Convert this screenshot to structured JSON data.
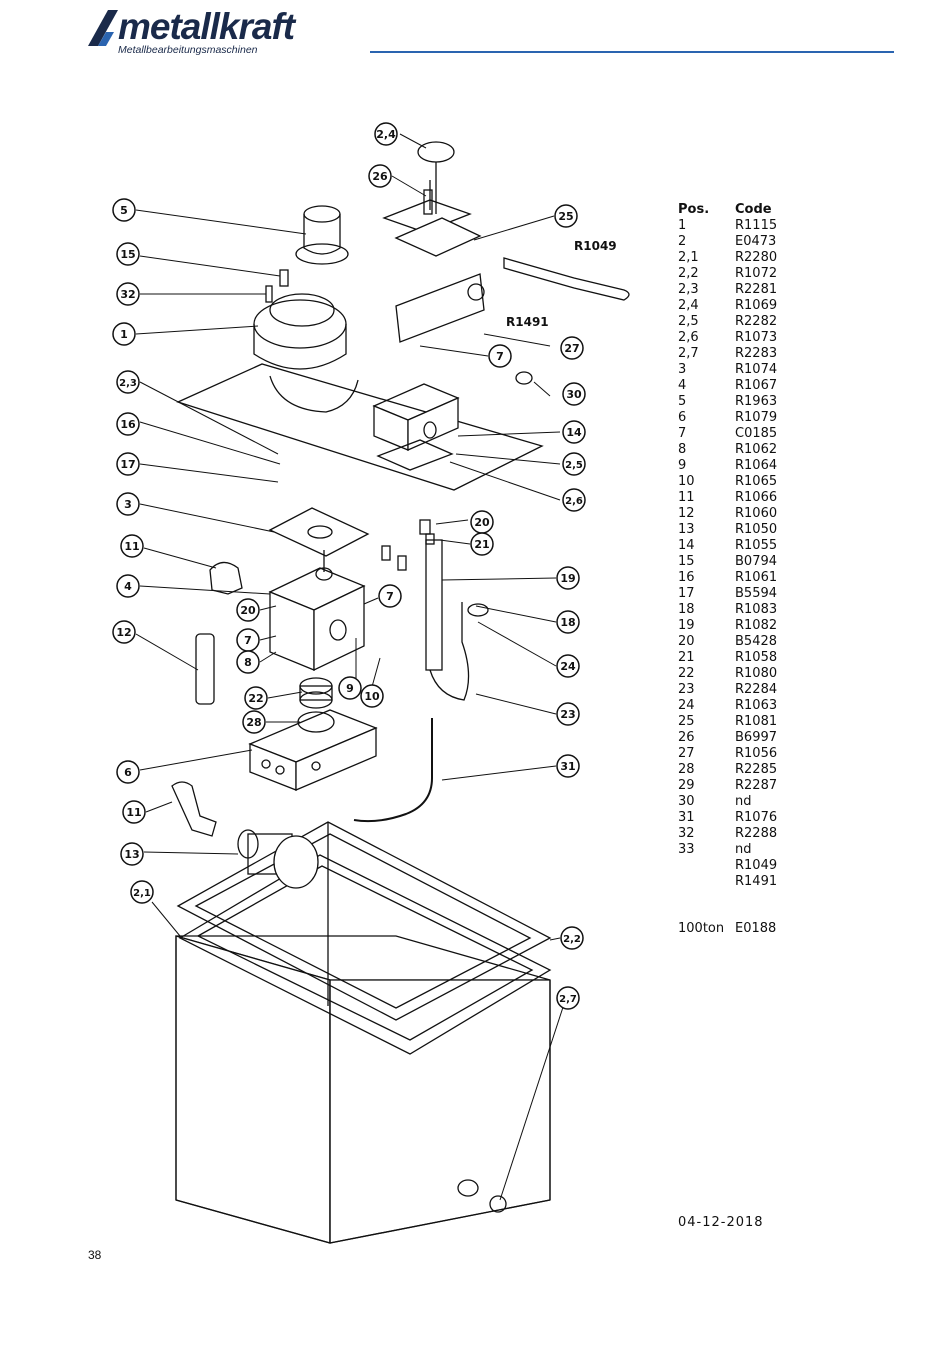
{
  "header": {
    "brand": "metallkraft",
    "tagline": "Metallbearbeitungsmaschinen",
    "accent_color": "#2a64b0"
  },
  "parts_table": {
    "col_pos": "Pos.",
    "col_code": "Code",
    "rows": [
      {
        "pos": "1",
        "code": "R1115"
      },
      {
        "pos": "2",
        "code": "E0473"
      },
      {
        "pos": "2,1",
        "code": "R2280"
      },
      {
        "pos": "2,2",
        "code": "R1072"
      },
      {
        "pos": "2,3",
        "code": "R2281"
      },
      {
        "pos": "2,4",
        "code": "R1069"
      },
      {
        "pos": "2,5",
        "code": "R2282"
      },
      {
        "pos": "2,6",
        "code": "R1073"
      },
      {
        "pos": "2,7",
        "code": "R2283"
      },
      {
        "pos": "3",
        "code": "R1074"
      },
      {
        "pos": "4",
        "code": "R1067"
      },
      {
        "pos": "5",
        "code": "R1963"
      },
      {
        "pos": "6",
        "code": "R1079"
      },
      {
        "pos": "7",
        "code": "C0185"
      },
      {
        "pos": "8",
        "code": "R1062"
      },
      {
        "pos": "9",
        "code": "R1064"
      },
      {
        "pos": "10",
        "code": "R1065"
      },
      {
        "pos": "11",
        "code": "R1066"
      },
      {
        "pos": "12",
        "code": "R1060"
      },
      {
        "pos": "13",
        "code": "R1050"
      },
      {
        "pos": "14",
        "code": "R1055"
      },
      {
        "pos": "15",
        "code": "B0794"
      },
      {
        "pos": "16",
        "code": "R1061"
      },
      {
        "pos": "17",
        "code": "B5594"
      },
      {
        "pos": "18",
        "code": "R1083"
      },
      {
        "pos": "19",
        "code": "R1082"
      },
      {
        "pos": "20",
        "code": "B5428"
      },
      {
        "pos": "21",
        "code": "R1058"
      },
      {
        "pos": "22",
        "code": "R1080"
      },
      {
        "pos": "23",
        "code": "R2284"
      },
      {
        "pos": "24",
        "code": "R1063"
      },
      {
        "pos": "25",
        "code": "R1081"
      },
      {
        "pos": "26",
        "code": "B6997"
      },
      {
        "pos": "27",
        "code": "R1056"
      },
      {
        "pos": "28",
        "code": "R2285"
      },
      {
        "pos": "29",
        "code": "R2287"
      },
      {
        "pos": "30",
        "code": "nd"
      },
      {
        "pos": "31",
        "code": "R1076"
      },
      {
        "pos": "32",
        "code": "R2288"
      },
      {
        "pos": "33",
        "code": "nd"
      },
      {
        "pos": "",
        "code": "R1049"
      },
      {
        "pos": "",
        "code": "R1491"
      }
    ],
    "extra_pos": "100ton",
    "extra_code": "E0188",
    "date": "04-12-2018"
  },
  "drawing": {
    "callouts": [
      "2,4",
      "26",
      "5",
      "25",
      "15",
      "32",
      "1",
      "2,3",
      "16",
      "17",
      "3",
      "11",
      "4",
      "20",
      "7",
      "8",
      "12",
      "22",
      "28",
      "6",
      "11",
      "13",
      "2,1",
      "7",
      "27",
      "30",
      "14",
      "2,5",
      "2,6",
      "20",
      "21",
      "19",
      "7",
      "18",
      "24",
      "9",
      "10",
      "23",
      "31",
      "2,2",
      "2,7"
    ],
    "text_labels": [
      "R1049",
      "R1491"
    ]
  },
  "footer": {
    "page_number": "38"
  }
}
